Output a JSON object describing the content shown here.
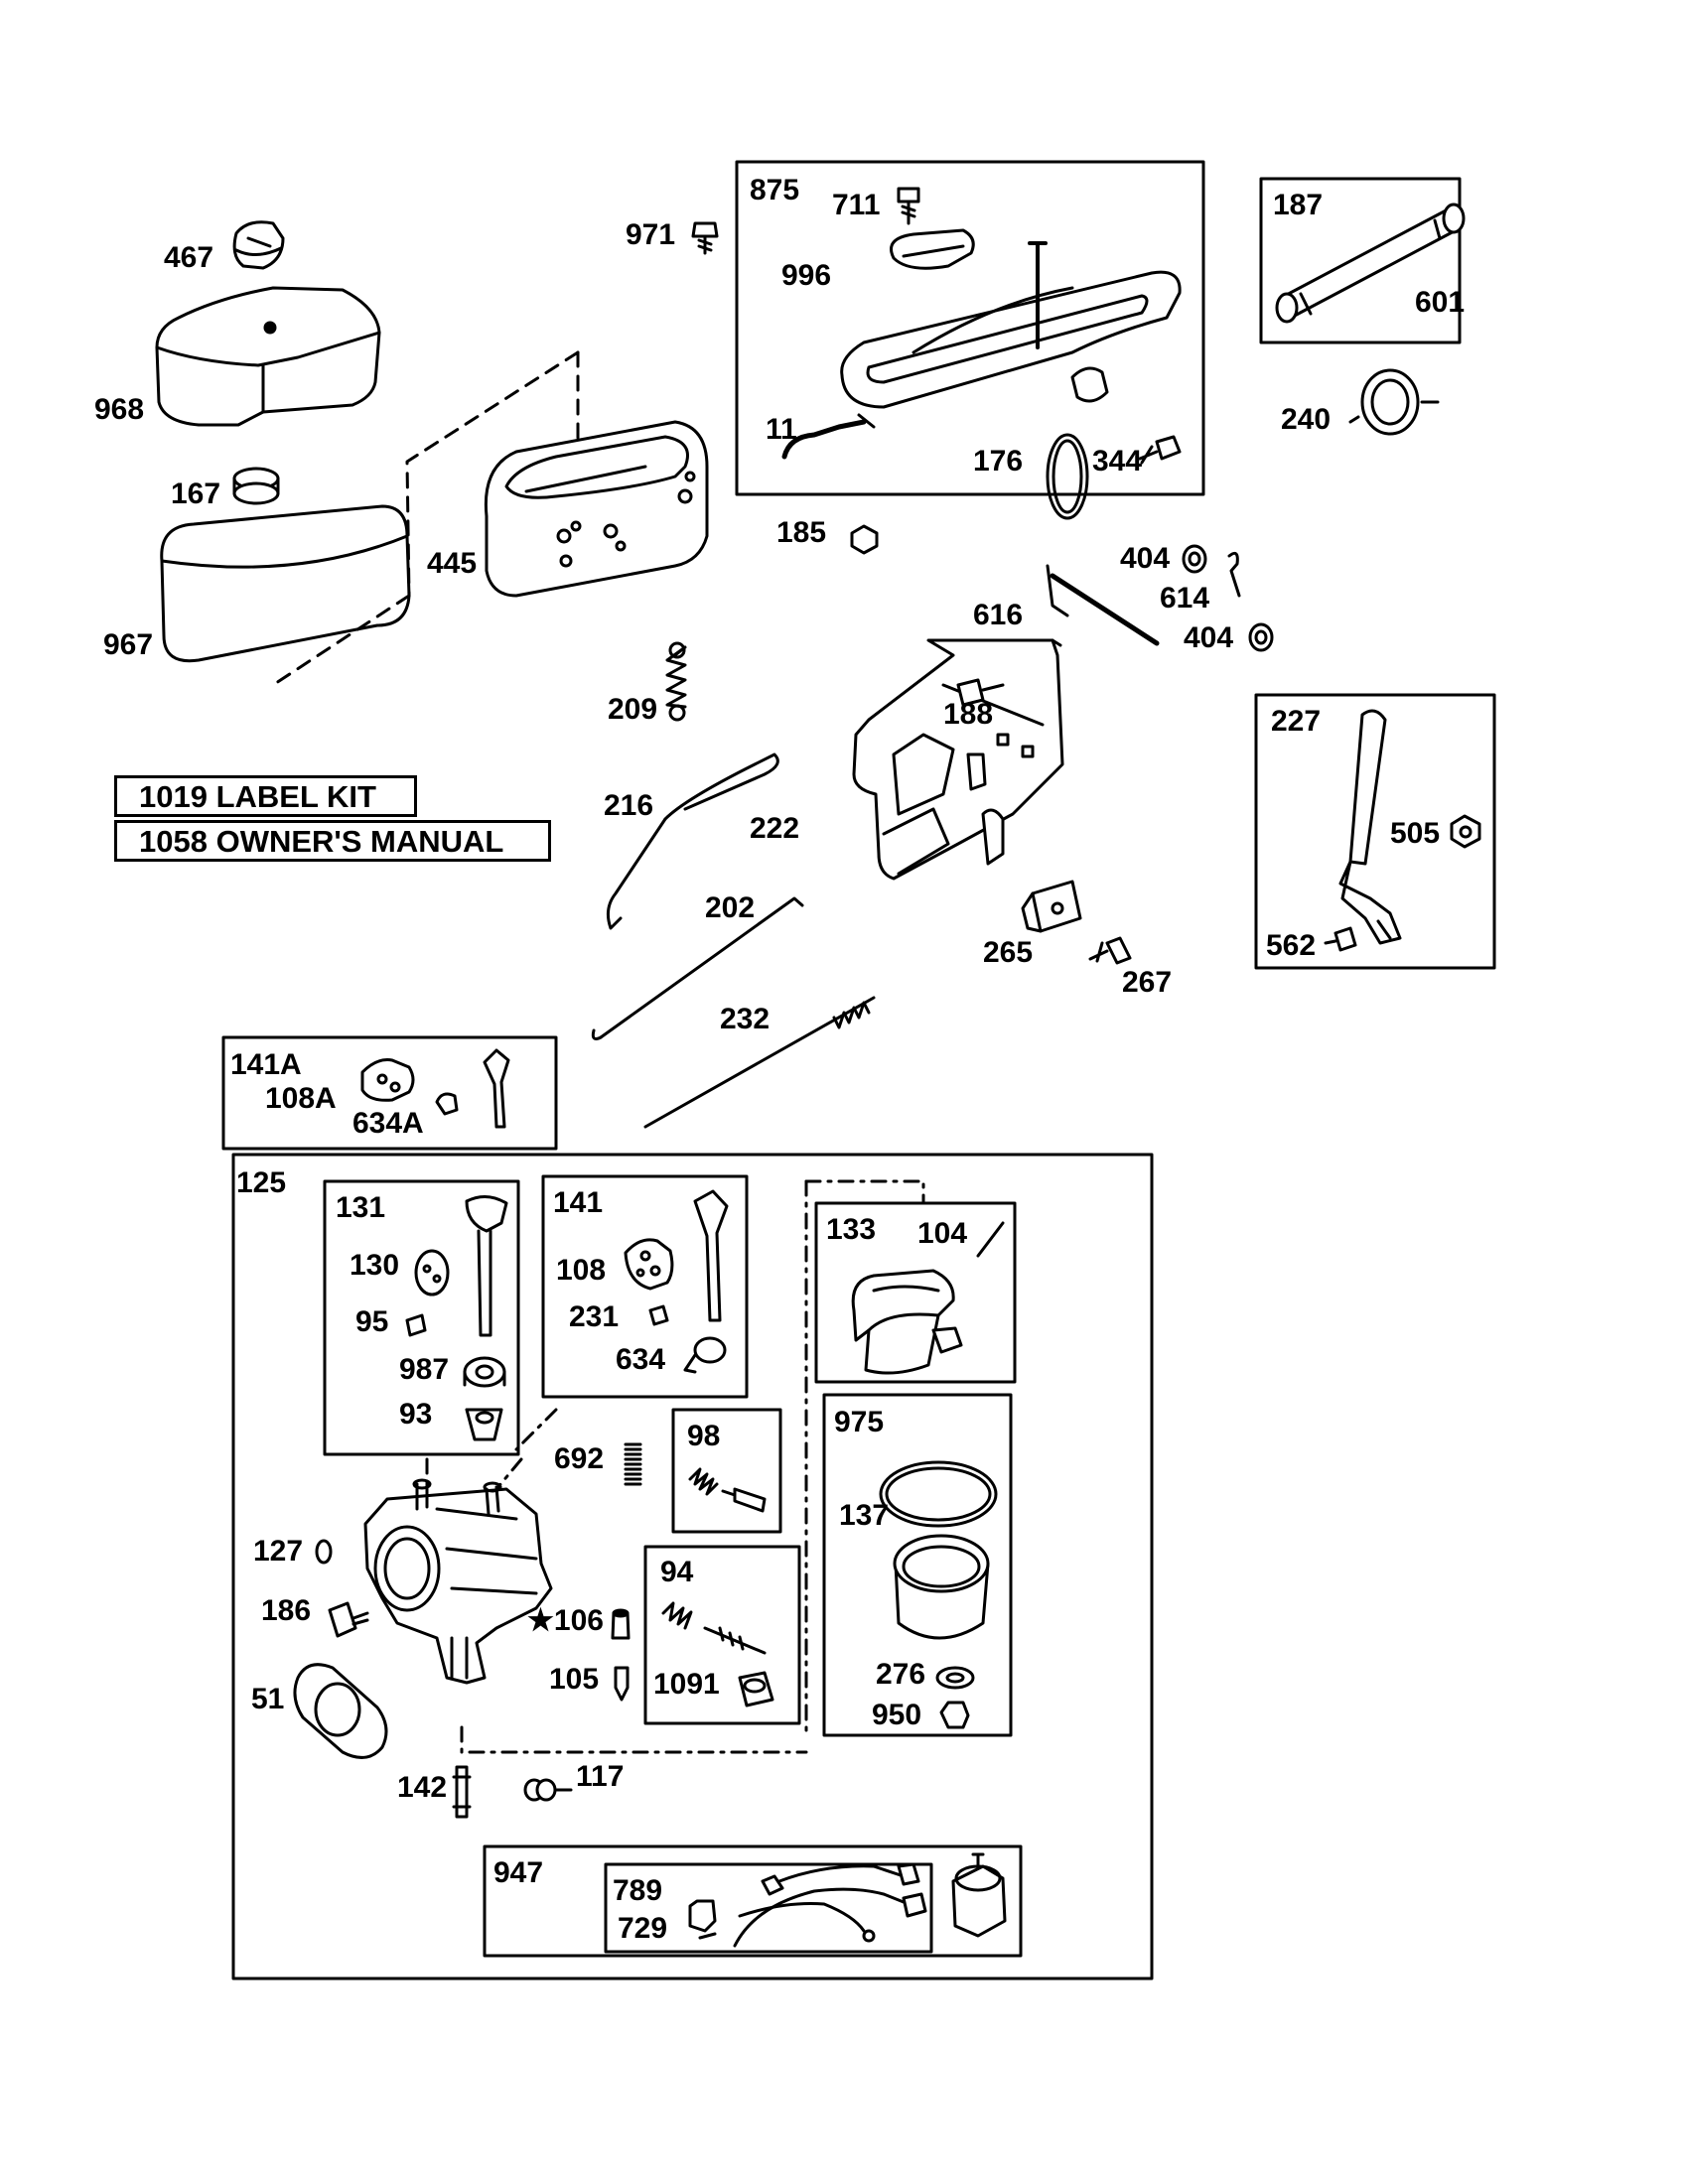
{
  "kits": {
    "label_kit": "1019 LABEL KIT",
    "owners_manual": "1058 OWNER'S MANUAL"
  },
  "boxes": {
    "b875": "875",
    "b187": "187",
    "b227": "227",
    "b141a": "141A",
    "b125": "125",
    "b131": "131",
    "b141": "141",
    "b133": "133",
    "b98": "98",
    "b975": "975",
    "b94": "94",
    "b947": "947",
    "b789": "789"
  },
  "parts": {
    "p467": "467",
    "p968": "968",
    "p167": "167",
    "p967": "967",
    "p445": "445",
    "p971": "971",
    "p711": "711",
    "p996": "996",
    "p11": "11",
    "p176": "176",
    "p344": "344",
    "p185": "185",
    "p601": "601",
    "p240": "240",
    "p404a": "404",
    "p614": "614",
    "p404b": "404",
    "p616": "616",
    "p209": "209",
    "p188": "188",
    "p505": "505",
    "p562": "562",
    "p216": "216",
    "p222": "222",
    "p202": "202",
    "p265": "265",
    "p267": "267",
    "p232": "232",
    "p108a": "108A",
    "p634a": "634A",
    "p130": "130",
    "p95": "95",
    "p987": "987",
    "p93": "93",
    "p108": "108",
    "p231": "231",
    "p634": "634",
    "p104": "104",
    "p692": "692",
    "p137": "137",
    "p276": "276",
    "p950": "950",
    "p127": "127",
    "p186": "186",
    "p51": "51",
    "p106": "★106",
    "p105": "105",
    "p1091": "1091",
    "p142": "142",
    "p117": "117",
    "p729": "729"
  }
}
